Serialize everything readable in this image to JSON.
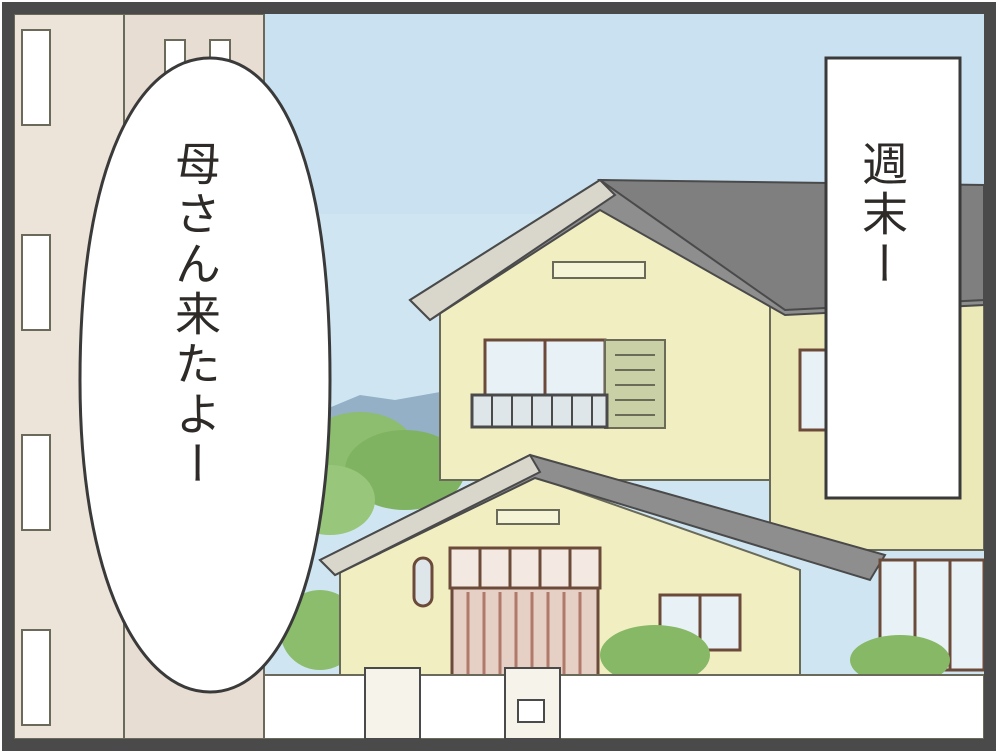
{
  "panel": {
    "speech_bubble_text": "母さん来たよー",
    "caption_text": "週末ー"
  },
  "colors": {
    "sky": "#cfe6f2",
    "house_wall": "#f1efc2",
    "roof": "#8e8e8e",
    "left_building": "#e7ddd2",
    "foliage": "#9cc47d",
    "border": "#4a4a4a"
  },
  "icons": [
    "house",
    "mountain",
    "tree",
    "speech-bubble",
    "caption-box"
  ]
}
